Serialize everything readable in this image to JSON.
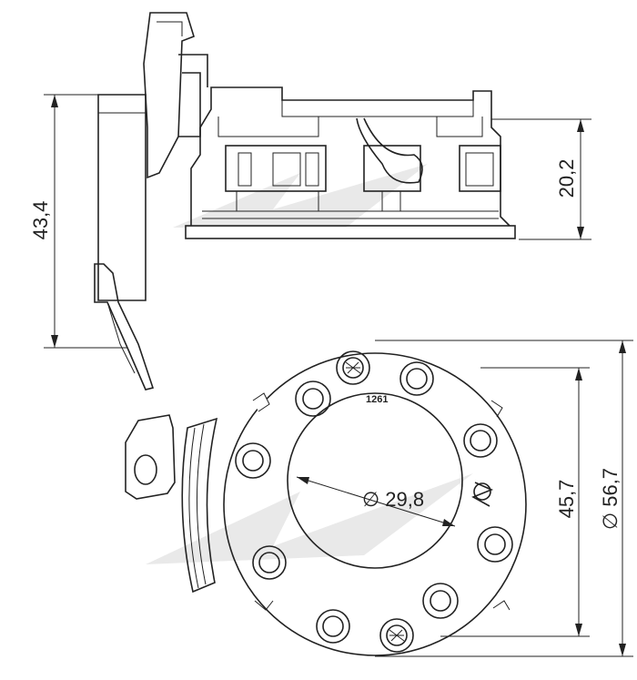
{
  "dimensions": {
    "height_total": "43,4",
    "height_body": "20,2",
    "inner_diameter": "∅ 29,8",
    "bolt_circle": "45,7",
    "outer_diameter": "∅ 56,7"
  },
  "part_number": "1261",
  "colors": {
    "line": "#222222",
    "watermark": "#e9e9e9",
    "background": "#ffffff"
  }
}
